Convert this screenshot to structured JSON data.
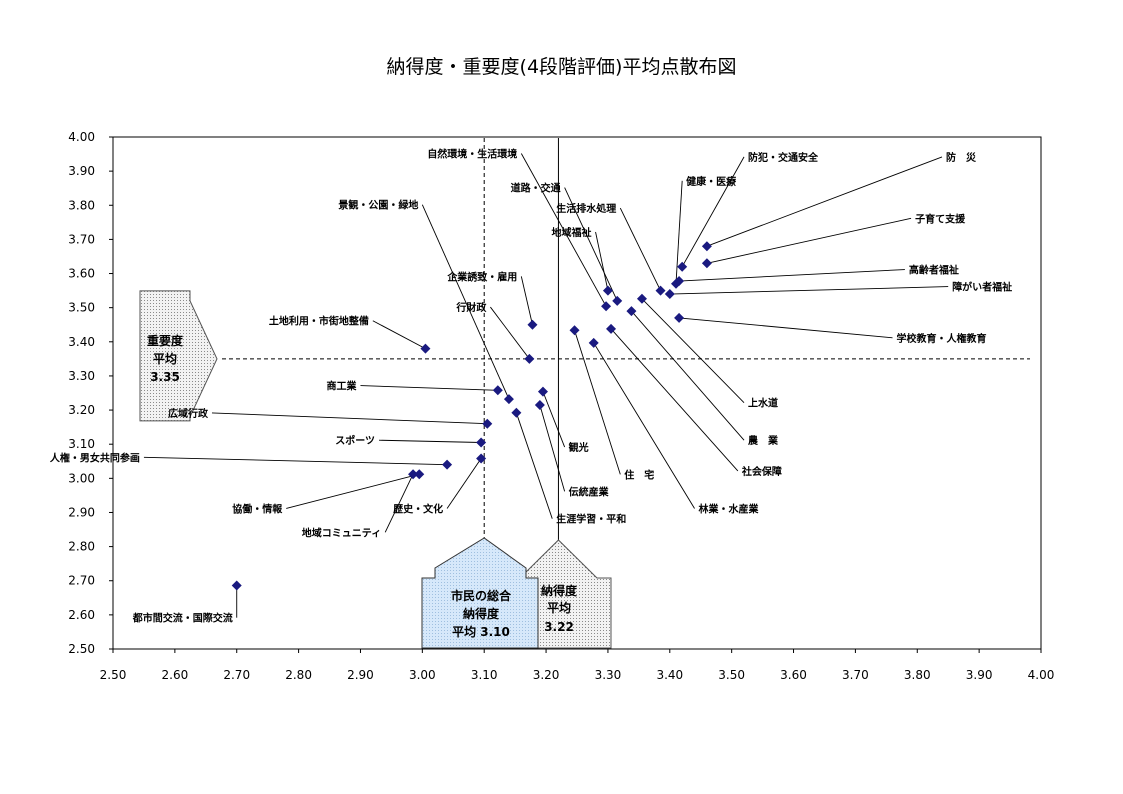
{
  "chart_data": {
    "type": "scatter",
    "title": "納得度・重要度(4段階評価)平均点散布図",
    "xlabel": "",
    "ylabel": "",
    "xlim": [
      2.5,
      4.0
    ],
    "ylim": [
      2.5,
      4.0
    ],
    "x_ticks": [
      "2.50",
      "2.60",
      "2.70",
      "2.80",
      "2.90",
      "3.00",
      "3.10",
      "3.20",
      "3.30",
      "3.40",
      "3.50",
      "3.60",
      "3.70",
      "3.80",
      "3.90",
      "4.00"
    ],
    "y_ticks": [
      "2.50",
      "2.60",
      "2.70",
      "2.80",
      "2.90",
      "3.00",
      "3.10",
      "3.20",
      "3.30",
      "3.40",
      "3.50",
      "3.60",
      "3.70",
      "3.80",
      "3.90",
      "4.00"
    ],
    "grid": false,
    "marker_color": "#1a1a80",
    "points": [
      {
        "label": "防　災",
        "x": 3.46,
        "y": 3.68,
        "lx": 3.84,
        "ly": 3.93
      },
      {
        "label": "防犯・交通安全",
        "x": 3.42,
        "y": 3.62,
        "lx": 3.52,
        "ly": 3.93
      },
      {
        "label": "健康・医療",
        "x": 3.41,
        "y": 3.57,
        "lx": 3.42,
        "ly": 3.86
      },
      {
        "label": "子育て支援",
        "x": 3.46,
        "y": 3.63,
        "lx": 3.79,
        "ly": 3.75
      },
      {
        "label": "高齢者福祉",
        "x": 3.415,
        "y": 3.578,
        "lx": 3.78,
        "ly": 3.6
      },
      {
        "label": "障がい者福祉",
        "x": 3.4,
        "y": 3.54,
        "lx": 3.85,
        "ly": 3.55
      },
      {
        "label": "学校教育・人権教育",
        "x": 3.415,
        "y": 3.47,
        "lx": 3.76,
        "ly": 3.4
      },
      {
        "label": "生活排水処理",
        "x": 3.385,
        "y": 3.55,
        "lx": 3.32,
        "ly": 3.78
      },
      {
        "label": "地域福祉",
        "x": 3.3,
        "y": 3.55,
        "lx": 3.28,
        "ly": 3.71
      },
      {
        "label": "道路・交通",
        "x": 3.315,
        "y": 3.52,
        "lx": 3.23,
        "ly": 3.84
      },
      {
        "label": "自然環境・生活環境",
        "x": 3.297,
        "y": 3.504,
        "lx": 3.16,
        "ly": 3.94
      },
      {
        "label": "企業誘致・雇用",
        "x": 3.178,
        "y": 3.45,
        "lx": 3.16,
        "ly": 3.58
      },
      {
        "label": "行財政",
        "x": 3.173,
        "y": 3.35,
        "lx": 3.11,
        "ly": 3.49
      },
      {
        "label": "景観・公園・緑地",
        "x": 3.14,
        "y": 3.232,
        "lx": 3.0,
        "ly": 3.79
      },
      {
        "label": "土地利用・市街地整備",
        "x": 3.005,
        "y": 3.38,
        "lx": 2.92,
        "ly": 3.45
      },
      {
        "label": "上水道",
        "x": 3.355,
        "y": 3.526,
        "lx": 3.52,
        "ly": 3.21
      },
      {
        "label": "農　業",
        "x": 3.338,
        "y": 3.49,
        "lx": 3.52,
        "ly": 3.1
      },
      {
        "label": "社会保障",
        "x": 3.305,
        "y": 3.438,
        "lx": 3.51,
        "ly": 3.01
      },
      {
        "label": "林業・水産業",
        "x": 3.277,
        "y": 3.397,
        "lx": 3.44,
        "ly": 2.9
      },
      {
        "label": "住　宅",
        "x": 3.246,
        "y": 3.434,
        "lx": 3.32,
        "ly": 3.0
      },
      {
        "label": "観光",
        "x": 3.195,
        "y": 3.254,
        "lx": 3.23,
        "ly": 3.08
      },
      {
        "label": "伝統産業",
        "x": 3.19,
        "y": 3.215,
        "lx": 3.23,
        "ly": 2.95
      },
      {
        "label": "商工業",
        "x": 3.122,
        "y": 3.258,
        "lx": 2.9,
        "ly": 3.26
      },
      {
        "label": "生涯学習・平和",
        "x": 3.152,
        "y": 3.192,
        "lx": 3.21,
        "ly": 2.87
      },
      {
        "label": "広域行政",
        "x": 3.105,
        "y": 3.16,
        "lx": 2.66,
        "ly": 3.18
      },
      {
        "label": "スポーツ",
        "x": 3.095,
        "y": 3.105,
        "lx": 2.93,
        "ly": 3.1
      },
      {
        "label": "人権・男女共同参画",
        "x": 3.04,
        "y": 3.04,
        "lx": 2.55,
        "ly": 3.05
      },
      {
        "label": "歴史・文化",
        "x": 3.095,
        "y": 3.058,
        "lx": 3.04,
        "ly": 2.9
      },
      {
        "label": "協働・情報",
        "x": 2.995,
        "y": 3.012,
        "lx": 2.78,
        "ly": 2.9
      },
      {
        "label": "地域コミュニティ",
        "x": 2.985,
        "y": 3.012,
        "lx": 2.94,
        "ly": 2.83
      },
      {
        "label": "都市間交流・国際交流",
        "x": 2.7,
        "y": 2.686,
        "lx": 2.7,
        "ly": 2.58
      }
    ],
    "reference_lines": [
      {
        "axis": "y",
        "value": 3.35,
        "style": "dashed"
      },
      {
        "axis": "x",
        "value": 3.1,
        "style": "dashed"
      },
      {
        "axis": "x",
        "value": 3.22,
        "style": "solid"
      }
    ],
    "annotations": {
      "importance_avg": {
        "line1": "重要度",
        "line2": "平均",
        "value": "3.35"
      },
      "citizen_avg": {
        "line1": "市民の総合",
        "line2": "納得度",
        "line3": "平均 3.10"
      },
      "satisfaction_avg": {
        "line1": "納得度",
        "line2": "平均",
        "value": "3.22"
      }
    },
    "colors": {
      "importance_box": "#e8e8e8",
      "citizen_box": "#cfe3f7",
      "satisfaction_box": "#eeeeee"
    }
  }
}
